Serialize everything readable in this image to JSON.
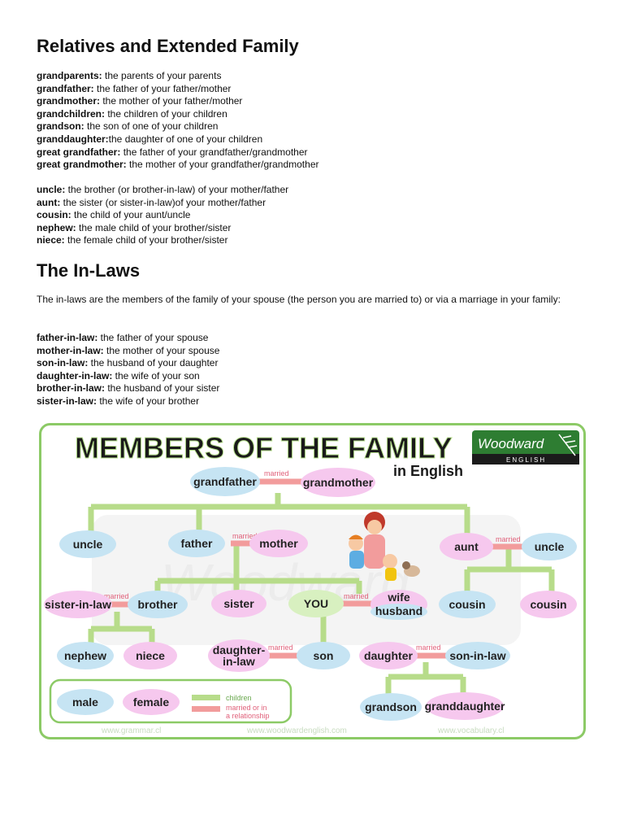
{
  "section1": {
    "title": "Relatives and Extended Family",
    "group1": [
      {
        "term": "grandparents:",
        "def": " the parents of your parents"
      },
      {
        "term": "grandfather:",
        "def": " the father of your father/mother"
      },
      {
        "term": "grandmother:",
        "def": " the mother of your father/mother"
      },
      {
        "term": "grandchildren:",
        "def": " the children of your children"
      },
      {
        "term": "grandson:",
        "def": " the son of one of your children"
      },
      {
        "term": "granddaughter:",
        "def": "the daughter of one of your children"
      },
      {
        "term": "great grandfather:",
        "def": " the father of your grandfather/grandmother"
      },
      {
        "term": "great grandmother:",
        "def": " the mother of your grandfather/grandmother"
      }
    ],
    "group2": [
      {
        "term": "uncle:",
        "def": " the brother (or brother-in-law) of your mother/father"
      },
      {
        "term": "aunt:",
        "def": " the sister (or sister-in-law)of your mother/father"
      },
      {
        "term": "cousin:",
        "def": " the child of your aunt/uncle"
      },
      {
        "term": "nephew:",
        "def": " the male child of your brother/sister"
      },
      {
        "term": "niece:",
        "def": " the female child of your brother/sister"
      }
    ]
  },
  "section2": {
    "title": "The In-Laws",
    "intro": "The in-laws are the members of the family of your spouse (the person you are married to) or via a marriage in your family:",
    "items": [
      {
        "term": "father-in-law:",
        "def": " the father of your spouse"
      },
      {
        "term": "mother-in-law:",
        "def": " the mother of your spouse"
      },
      {
        "term": "son-in-law:",
        "def": " the husband of your daughter"
      },
      {
        "term": "daughter-in-law:",
        "def": " the wife of your son"
      },
      {
        "term": "brother-in-law:",
        "def": " the husband of your sister"
      },
      {
        "term": "sister-in-law:",
        "def": " the wife of your brother"
      }
    ]
  },
  "infographic": {
    "title": "MEMBERS OF THE FAMILY",
    "subtitle": "in English",
    "logo": "Woodward",
    "logo_sub": "ENGLISH",
    "married_label": "married",
    "nodes": {
      "grandfather": "grandfather",
      "grandmother": "grandmother",
      "uncle_left": "uncle",
      "father": "father",
      "mother": "mother",
      "aunt": "aunt",
      "uncle_right": "uncle",
      "sister_in_law": "sister-in-law",
      "brother": "brother",
      "sister": "sister",
      "you": "YOU",
      "wife": "wife",
      "husband": "husband",
      "cousin1": "cousin",
      "cousin2": "cousin",
      "nephew": "nephew",
      "niece": "niece",
      "daughter_in_law_1": "daughter-",
      "daughter_in_law_2": "in-law",
      "son": "son",
      "daughter": "daughter",
      "son_in_law": "son-in-law",
      "grandson": "grandson",
      "granddaughter": "granddaughter"
    },
    "legend": {
      "male": "male",
      "female": "female",
      "children": "children",
      "married1": "married or in",
      "married2": "a relationship"
    },
    "footer": [
      "www.grammar.cl",
      "www.woodwardenglish.com",
      "www.vocabulary.cl"
    ],
    "colors": {
      "male": "#c6e4f3",
      "female": "#f6c8ee",
      "you": "#d8f0c0",
      "green": "#b7dc8a",
      "red": "#f29c9c",
      "border": "#8cca66"
    }
  }
}
